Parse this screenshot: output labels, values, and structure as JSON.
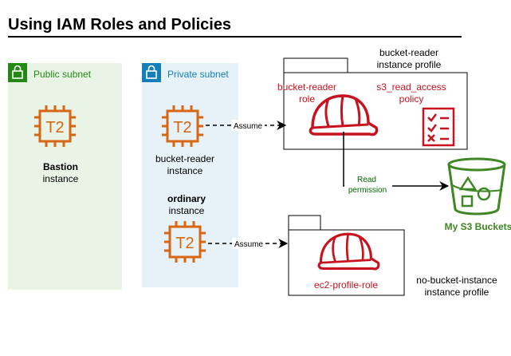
{
  "title": "Using IAM Roles and Policies",
  "subnets": {
    "public": {
      "label": "Public subnet",
      "color": "#248814",
      "fill": "#e9f3e6"
    },
    "private": {
      "label": "Private subnet",
      "color": "#147eba",
      "fill": "#e6f2f8"
    }
  },
  "instances": {
    "chip_label": "T2",
    "chip_color": "#d86613",
    "bastion": {
      "line1": "Bastion",
      "line2": "instance"
    },
    "bucket_reader": {
      "line1": "bucket-reader",
      "line2": "instance"
    },
    "ordinary": {
      "line1": "ordinary",
      "line2": "instance"
    }
  },
  "roles": {
    "bucket_reader": {
      "line1": "bucket-reader",
      "line2": "role"
    },
    "ec2_profile": {
      "label": "ec2-profile-role"
    },
    "helmet_color": "#c7131f"
  },
  "policy": {
    "line1": "s3_read_access",
    "line2": "policy",
    "icon": "checklist-icon"
  },
  "profiles": {
    "bucket_reader": {
      "line1": "bucket-reader",
      "line2": "instance profile"
    },
    "no_bucket": {
      "line1": "no-bucket-instance",
      "line2": "instance profile"
    }
  },
  "edges": {
    "assume_1": "Assume",
    "assume_2": "Assume",
    "read_permission": {
      "line1": "Read",
      "line2": "permission",
      "color": "#006600"
    }
  },
  "s3": {
    "label": "My S3 Buckets",
    "color": "#3f8624",
    "icon": "s3-bucket-icon"
  }
}
